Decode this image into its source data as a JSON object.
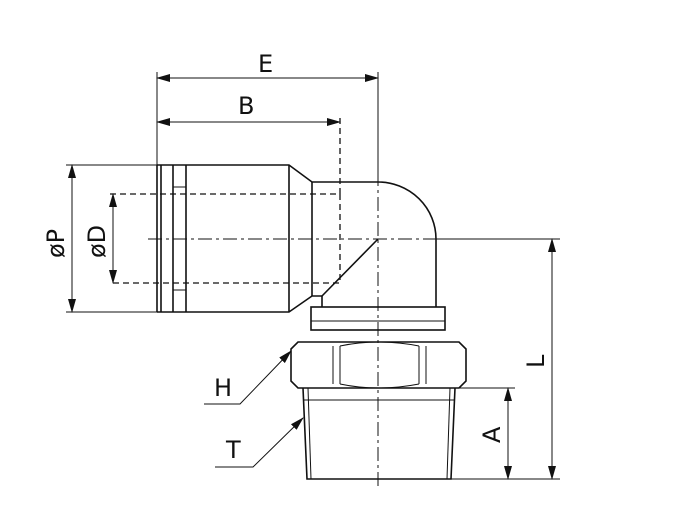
{
  "labels": {
    "E": "E",
    "B": "B",
    "P": "øP",
    "D": "øD",
    "H": "H",
    "T": "T",
    "A": "A",
    "L": "L"
  }
}
